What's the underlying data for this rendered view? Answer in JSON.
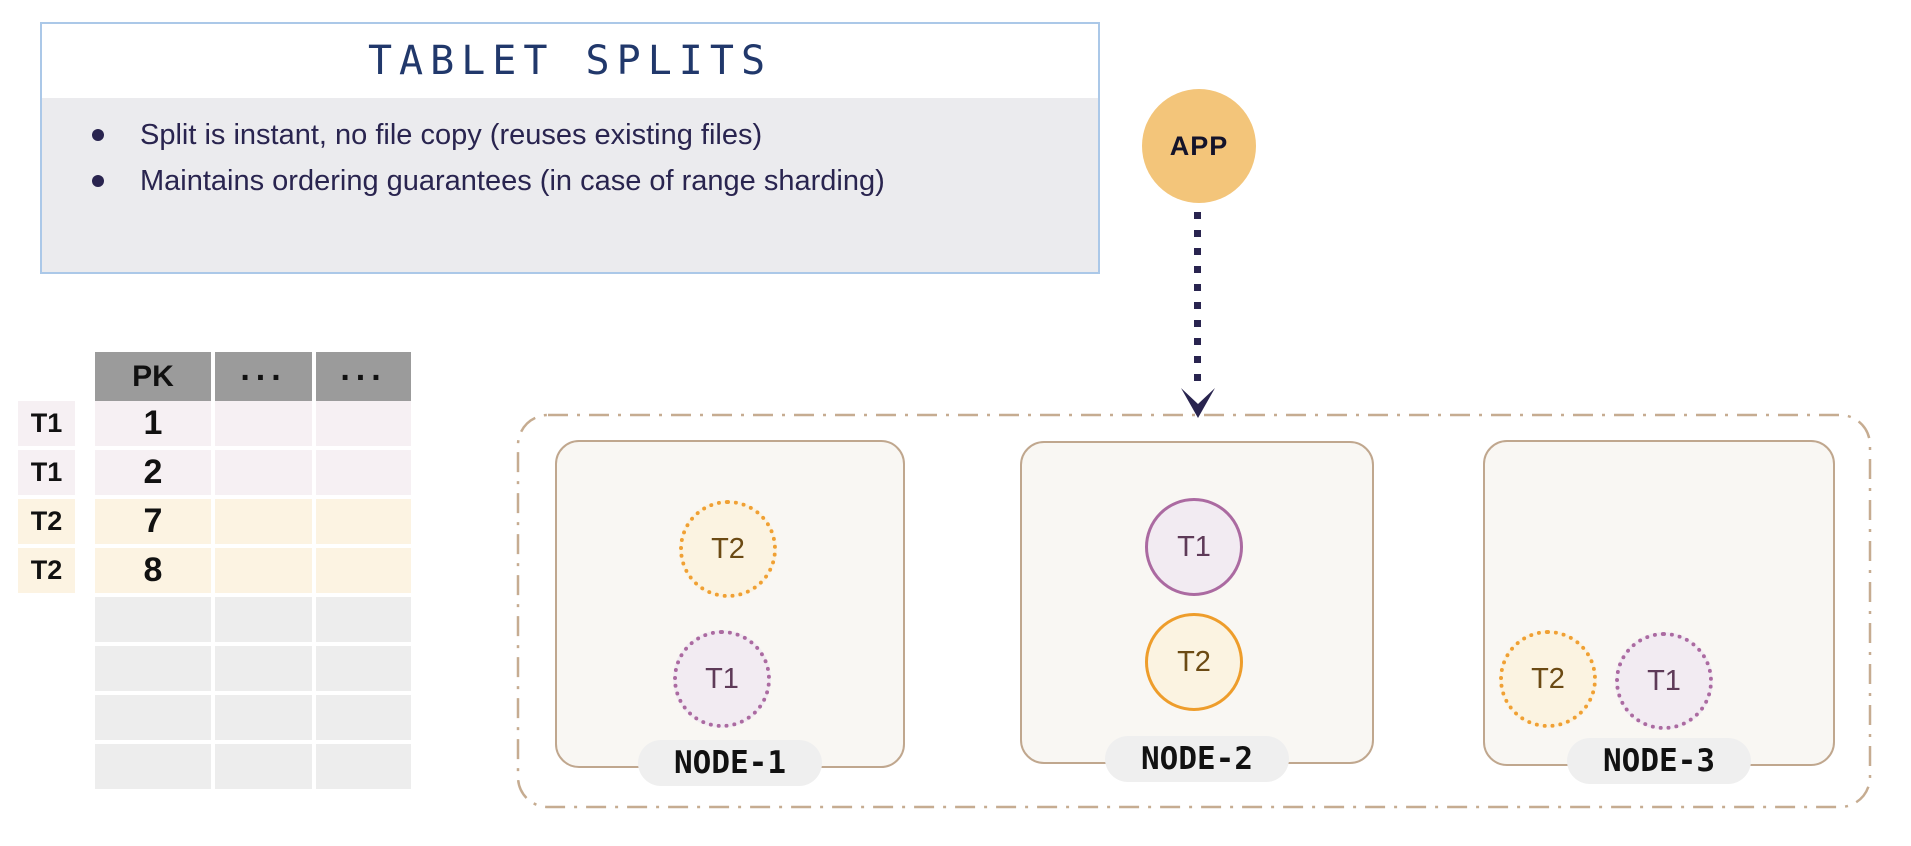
{
  "info_box": {
    "title": "TABLET SPLITS",
    "bullets": [
      "Split is instant, no file copy (reuses existing files)",
      "Maintains ordering guarantees (in case of range sharding)"
    ]
  },
  "app": {
    "label": "APP"
  },
  "table": {
    "headers": [
      "PK",
      "...",
      "..."
    ],
    "rows": [
      {
        "tablet": "T1",
        "pk": "1"
      },
      {
        "tablet": "T1",
        "pk": "2"
      },
      {
        "tablet": "T2",
        "pk": "7"
      },
      {
        "tablet": "T2",
        "pk": "8"
      }
    ],
    "empty_row_count": 4
  },
  "cluster": {
    "nodes": [
      {
        "label": "NODE-1",
        "tablets": [
          {
            "label": "T2",
            "color": "orange",
            "style": "dotted"
          },
          {
            "label": "T1",
            "color": "purple",
            "style": "dotted"
          }
        ]
      },
      {
        "label": "NODE-2",
        "tablets": [
          {
            "label": "T1",
            "color": "purple",
            "style": "solid"
          },
          {
            "label": "T2",
            "color": "orange",
            "style": "solid"
          }
        ]
      },
      {
        "label": "NODE-3",
        "tablets": [
          {
            "label": "T2",
            "color": "orange",
            "style": "dotted"
          },
          {
            "label": "T1",
            "color": "purple",
            "style": "dotted"
          }
        ]
      }
    ]
  },
  "palette": {
    "title_navy": "#21386b",
    "body_text_navy": "#29244f",
    "info_border_blue": "#abc8e8",
    "info_body_gray": "#ebebee",
    "app_orange": "#f3c57a",
    "tablet_orange_border": "#ee9d2b",
    "tablet_orange_fill": "#fbf3e1",
    "tablet_orange_text": "#6b4a14",
    "tablet_purple_border": "#ab6aa1",
    "tablet_purple_fill": "#f2ebf2",
    "tablet_purple_text": "#5e3a58",
    "node_border_tan": "#c0a78e",
    "node_fill": "#f9f7f3",
    "pill_gray": "#efefef",
    "table_header_gray": "#9b9b9b",
    "table_t1_tint": "#f6f0f3",
    "table_t2_tint": "#fcf3e2",
    "table_empty_gray": "#ededed"
  }
}
